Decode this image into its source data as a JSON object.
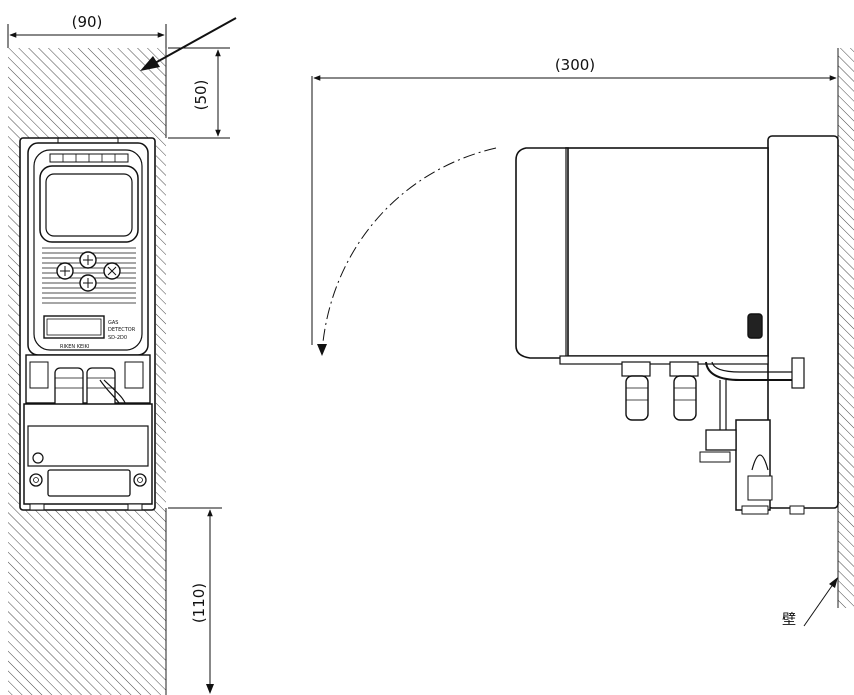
{
  "dimensions": {
    "width_90": "(90)",
    "top_clearance_50": "(50)",
    "depth_300": "(300)",
    "bottom_clearance_110": "(110)"
  },
  "wall_label": "壁",
  "device_label": {
    "name_line1": "GAS",
    "name_line2": "DETECTOR",
    "model": "SD-2D0",
    "maker": "RIKEN KEIKI"
  }
}
